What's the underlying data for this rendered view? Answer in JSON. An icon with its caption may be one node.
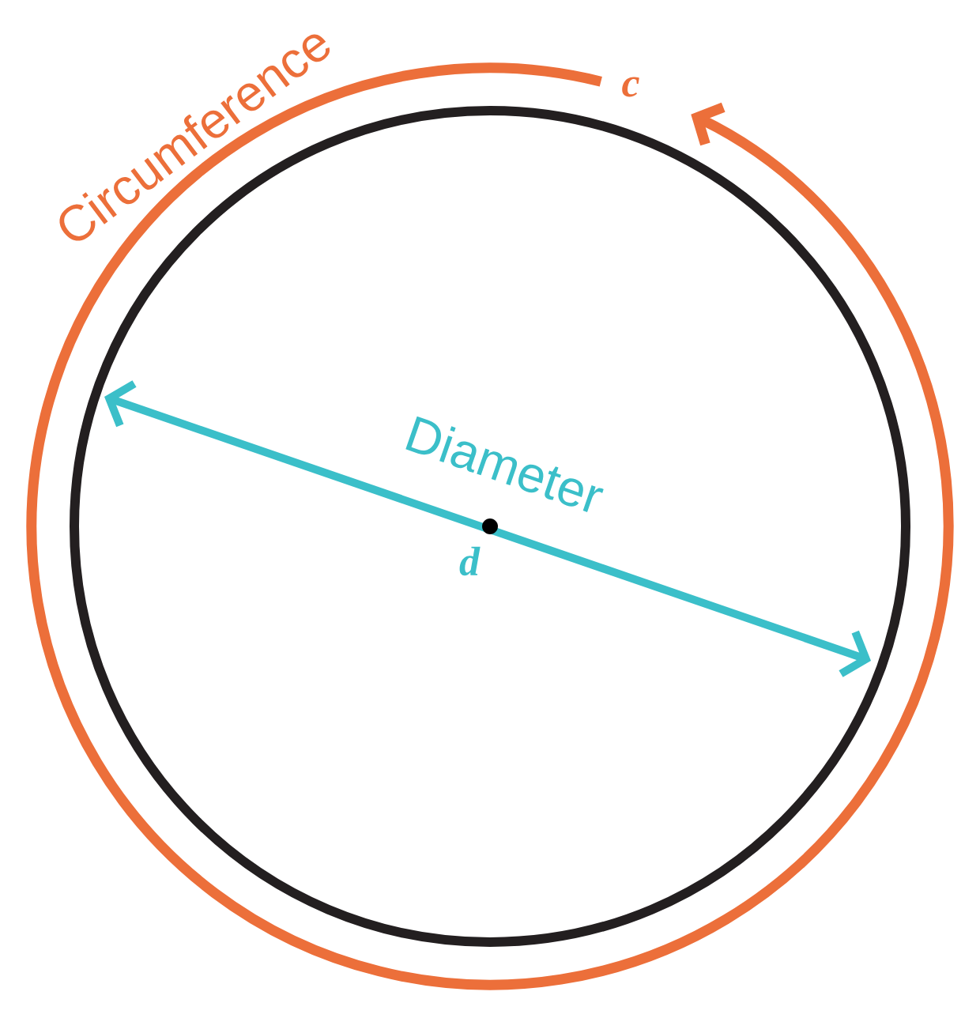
{
  "diagram": {
    "labels": [
      "Circumference",
      "c",
      "Diameter",
      "d"
    ]
  }
}
